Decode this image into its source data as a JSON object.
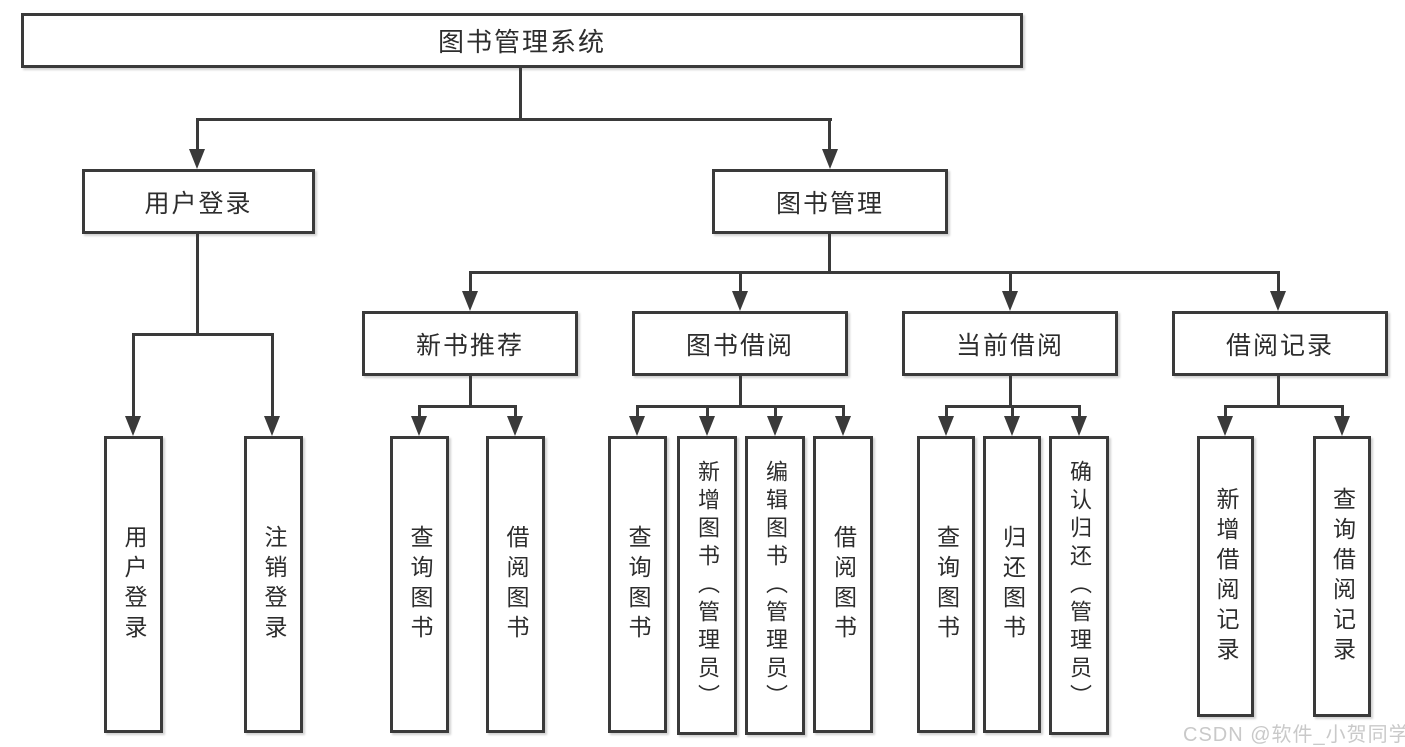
{
  "diagram": {
    "root": {
      "label": "图书管理系统"
    },
    "login": {
      "label": "用户登录",
      "children": [
        {
          "label": "用户登录"
        },
        {
          "label": "注销登录"
        }
      ]
    },
    "management": {
      "label": "图书管理",
      "groups": [
        {
          "label": "新书推荐",
          "children": [
            {
              "label": "查询图书"
            },
            {
              "label": "借阅图书"
            }
          ]
        },
        {
          "label": "图书借阅",
          "children": [
            {
              "label": "查询图书"
            },
            {
              "label": "新增图书（管理员）"
            },
            {
              "label": "编辑图书（管理员）"
            },
            {
              "label": "借阅图书"
            }
          ]
        },
        {
          "label": "当前借阅",
          "children": [
            {
              "label": "查询图书"
            },
            {
              "label": "归还图书"
            },
            {
              "label": "确认归还（管理员）"
            }
          ]
        },
        {
          "label": "借阅记录",
          "children": [
            {
              "label": "新增借阅记录"
            },
            {
              "label": "查询借阅记录"
            }
          ]
        }
      ]
    },
    "watermark": {
      "label": "CSDN @软件_小贺同学",
      "color": "#c9c9c9"
    },
    "colors": {
      "line": "#3a3a3a",
      "box_border": "#3a3a3a",
      "text": "#2d2d2d",
      "background": "#ffffff"
    }
  }
}
